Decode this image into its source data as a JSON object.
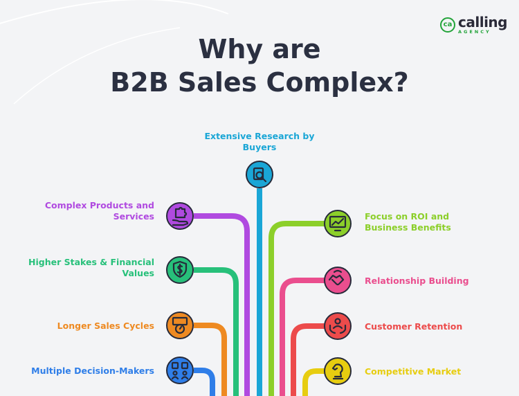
{
  "brand": {
    "mark": "ca",
    "name": "calling",
    "tagline": "AGENCY"
  },
  "title": {
    "line1": "Why are",
    "line2": "B2B Sales Complex?"
  },
  "items": {
    "research": {
      "label_l1": "Extensive Research by",
      "label_l2": "Buyers",
      "icon": "magnifier-document-icon",
      "color": "#1aa6d6"
    },
    "products": {
      "label_l1": "Complex Products and",
      "label_l2": "Services",
      "icon": "puzzle-hand-icon",
      "color": "#b04ae0"
    },
    "stakes": {
      "label_l1": "Higher Stakes & Financial",
      "label_l2": "Values",
      "icon": "dollar-shield-icon",
      "color": "#27c07a"
    },
    "cycles": {
      "label_l1": "Longer Sales Cycles",
      "icon": "stopwatch-calendar-icon",
      "color": "#ee8a22"
    },
    "decision": {
      "label_l1": "Multiple Decision-Makers",
      "icon": "people-checklist-icon",
      "color": "#2f7ee8"
    },
    "roi": {
      "label_l1": "Focus on ROI and",
      "label_l2": "Business Benefits",
      "icon": "growth-chart-icon",
      "color": "#8ccf2a"
    },
    "relationship": {
      "label_l1": "Relationship Building",
      "icon": "handshake-icon",
      "color": "#ea4e8e"
    },
    "retention": {
      "label_l1": "Customer Retention",
      "icon": "customer-hands-icon",
      "color": "#ec4b4b"
    },
    "competitive": {
      "label_l1": "Competitive Market",
      "icon": "chess-knight-icon",
      "color": "#e7cd10"
    }
  }
}
